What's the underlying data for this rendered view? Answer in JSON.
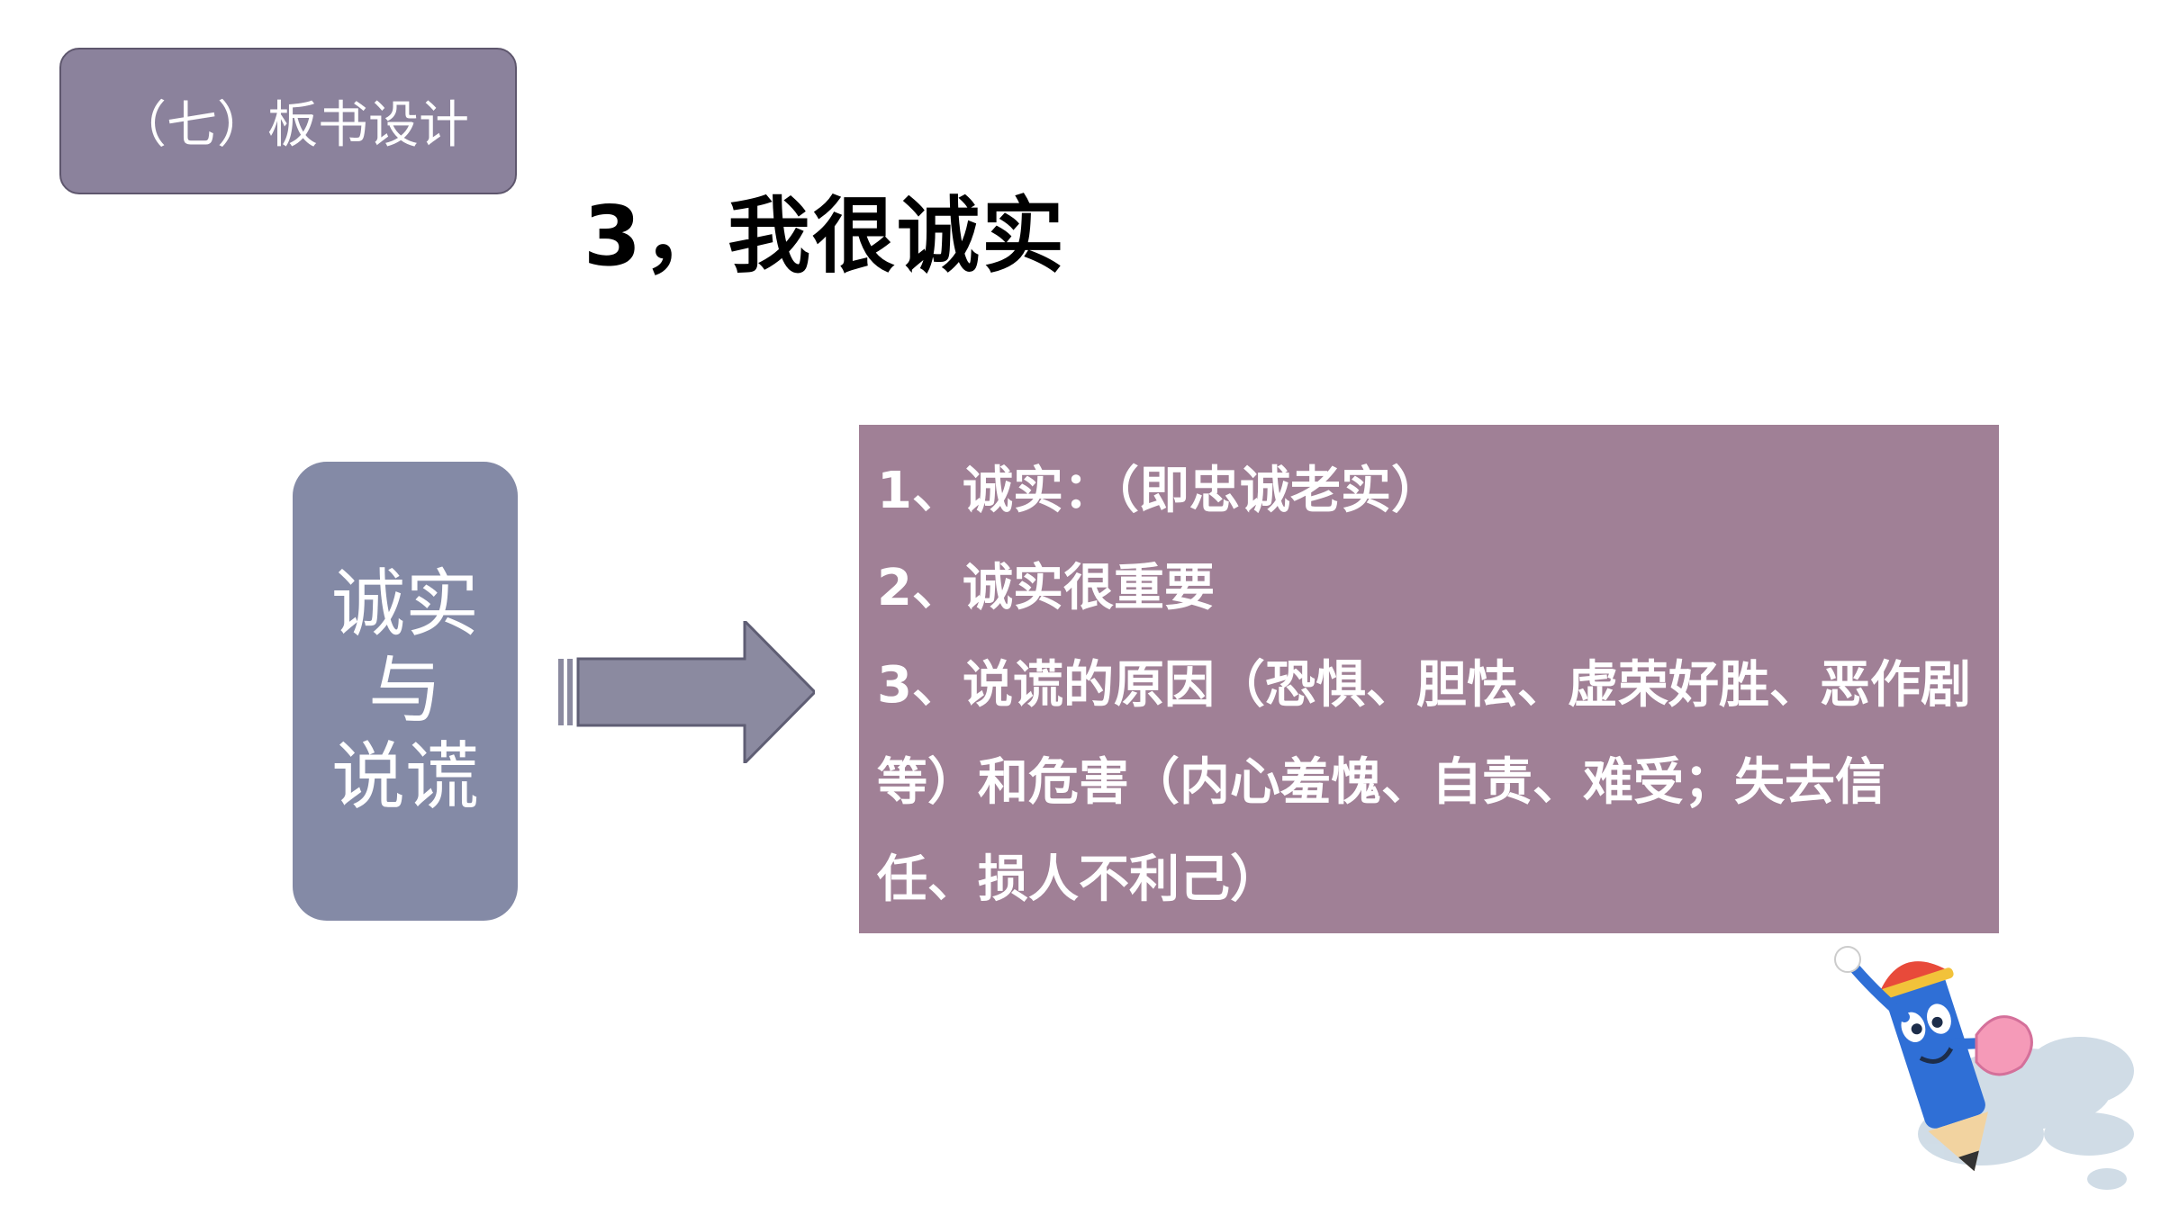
{
  "section_tag": "（七）板书设计",
  "title": "3，我很诚实",
  "topic_box": {
    "lines": [
      "诚实",
      "与",
      "说谎"
    ]
  },
  "content": {
    "item1": "1、诚实：（即忠诚老实）",
    "item2": "2、诚实很重要",
    "item3": "3、说谎的原因（恐惧、胆怯、虚荣好胜、恶作剧等）和危害（内心羞愧、自责、难受；失去信任、损人不利己）"
  },
  "colors": {
    "tag_bg": "#8b829c",
    "topic_bg": "#848aa6",
    "arrow": "#8b8aa0",
    "content_bg": "#a08096"
  },
  "icons": {
    "arrow": "right-arrow-icon",
    "mascot": "pencil-mascot-icon"
  }
}
